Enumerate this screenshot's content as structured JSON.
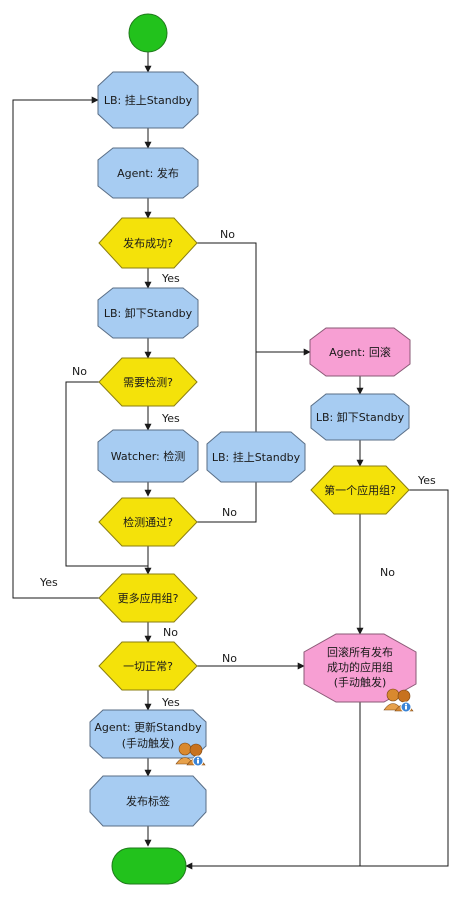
{
  "nodes": {
    "lb_mount": "LB: 挂上Standby",
    "agent_publish": "Agent: 发布",
    "publish_ok": "发布成功?",
    "lb_unmount": "LB: 卸下Standby",
    "need_check": "需要检测?",
    "watcher_check": "Watcher: 检测",
    "lb_mount_2": "LB: 挂上Standby",
    "check_passed": "检测通过?",
    "more_groups": "更多应用组?",
    "all_ok": "一切正常?",
    "agent_update_line1": "Agent: 更新Standby",
    "agent_update_line2": "(手动触发)",
    "publish_tag": "发布标签",
    "agent_rollback": "Agent: 回滚",
    "lb_unmount_2": "LB: 卸下Standby",
    "first_group": "第一个应用组?",
    "rollback_all_line1": "回滚所有发布",
    "rollback_all_line2": "成功的应用组",
    "rollback_all_line3": "(手动触发)"
  },
  "edge_labels": {
    "publish_ok_no": "No",
    "publish_ok_yes": "Yes",
    "need_check_no": "No",
    "need_check_yes": "Yes",
    "check_passed_no": "No",
    "more_groups_yes": "Yes",
    "more_groups_no": "No",
    "all_ok_no": "No",
    "all_ok_yes": "Yes",
    "first_group_yes": "Yes",
    "first_group_no": "No"
  },
  "colors": {
    "process_blue": "#a7ccf2",
    "rollback_pink": "#f79fd3",
    "decision_yellow": "#f4e20a",
    "terminal_green": "#22c21c"
  },
  "icons": [
    "manual-user-icon"
  ]
}
